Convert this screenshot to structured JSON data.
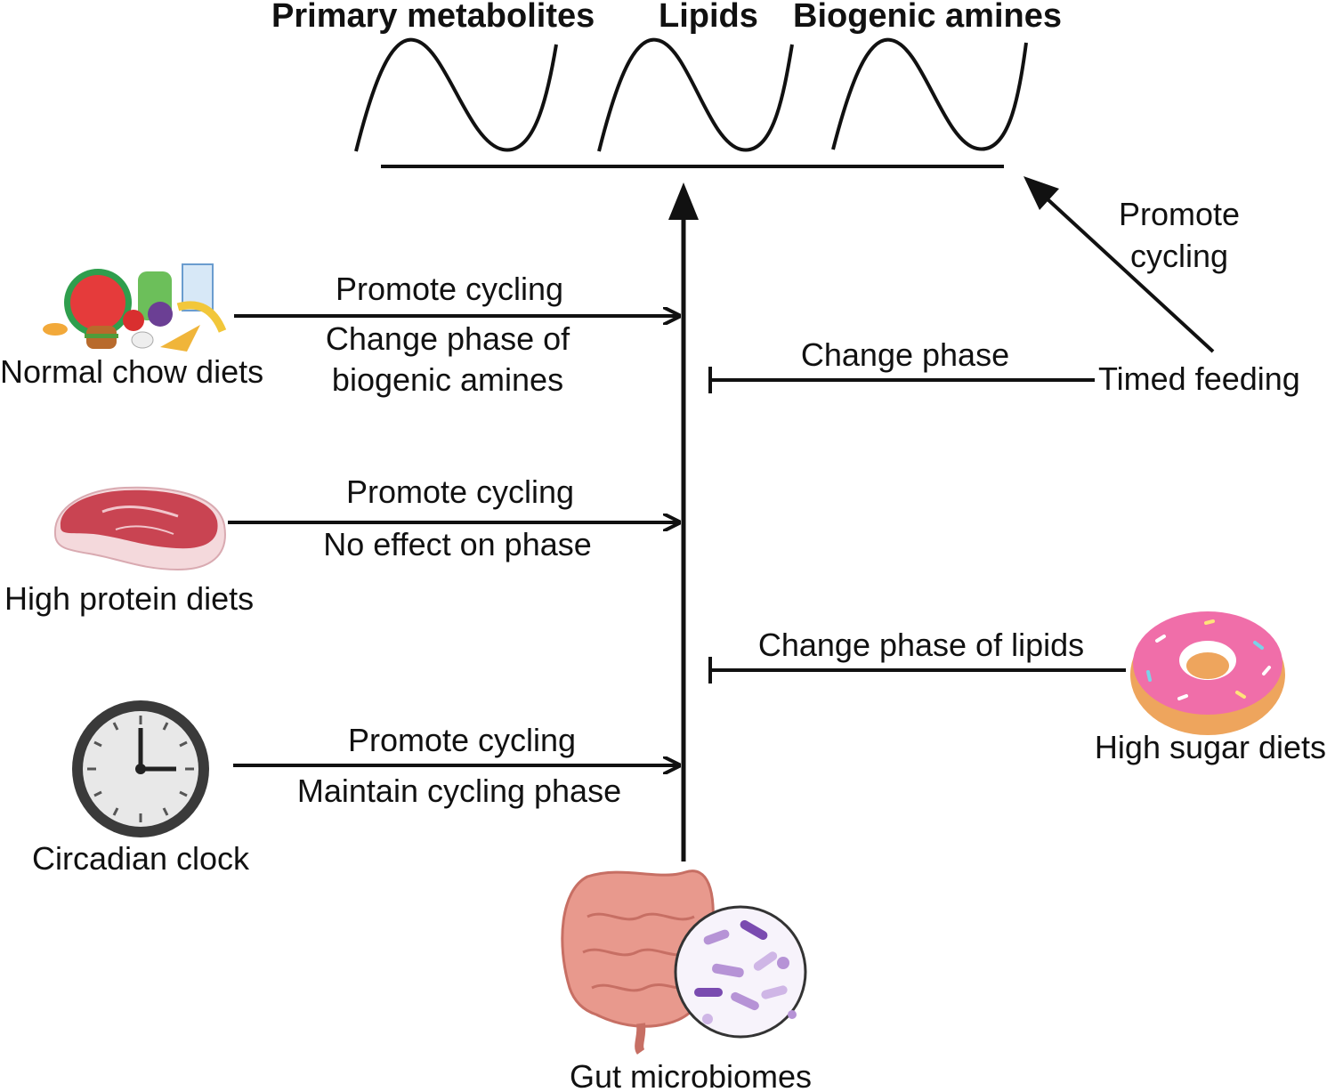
{
  "top_labels": {
    "primary": "Primary metabolites",
    "lipids": "Lipids",
    "amines": "Biogenic amines"
  },
  "nodes": {
    "normal_chow": "Normal chow diets",
    "high_protein": "High protein diets",
    "circadian": "Circadian clock",
    "timed_feeding": "Timed feeding",
    "high_sugar": "High sugar diets",
    "gut": "Gut microbiomes"
  },
  "edges": {
    "chow_line1": "Promote cycling",
    "chow_line2": "Change phase of",
    "chow_line3": "biogenic amines",
    "protein_line1": "Promote cycling",
    "protein_line2": "No effect on phase",
    "clock_line1": "Promote cycling",
    "clock_line2": "Maintain cycling phase",
    "feeding_phase": "Change phase",
    "feeding_cycle1": "Promote",
    "feeding_cycle2": "cycling",
    "sugar_phase": "Change phase of lipids"
  },
  "colors": {
    "line": "#111111",
    "meat": "#c94452",
    "fat": "#f4d9dc",
    "donut": "#eea55d",
    "frosting": "#f06ea9",
    "intestine": "#e8998d",
    "microbe_bg": "#f7f3fb",
    "microbe": "#b693d6"
  }
}
